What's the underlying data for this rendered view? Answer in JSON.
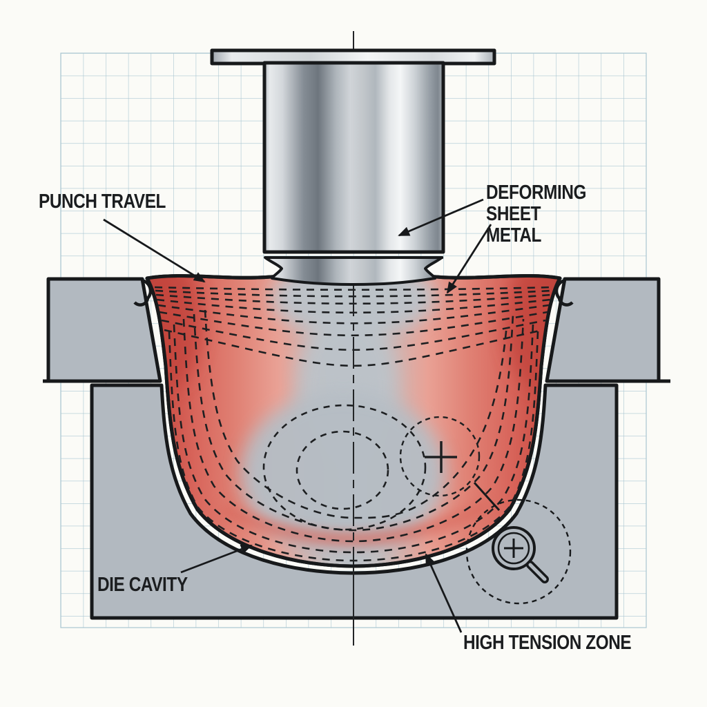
{
  "diagram": {
    "labels": {
      "punch_travel": "PUNCH TRAVEL",
      "deforming_sheet_metal": "DEFORMING SHEET METAL",
      "die_cavity": "DIE CAVITY",
      "high_tension_zone": "HIGH TENSION ZONE"
    },
    "icons": [
      {
        "name": "magnifier-icon",
        "meaning": "zoom detail of high tension zone"
      },
      {
        "name": "crosshair-icon",
        "meaning": "strain measurement point"
      }
    ],
    "colors": {
      "background": "#fbfbf7",
      "grid": "#a9c6d1",
      "die_gray": "#b2b9c0",
      "outline": "#17191b",
      "tension_red_deep": "#b4423b",
      "tension_red": "#d8655b",
      "tension_salmon": "#e9a195",
      "neutral_gray": "#bcc3c9"
    }
  }
}
